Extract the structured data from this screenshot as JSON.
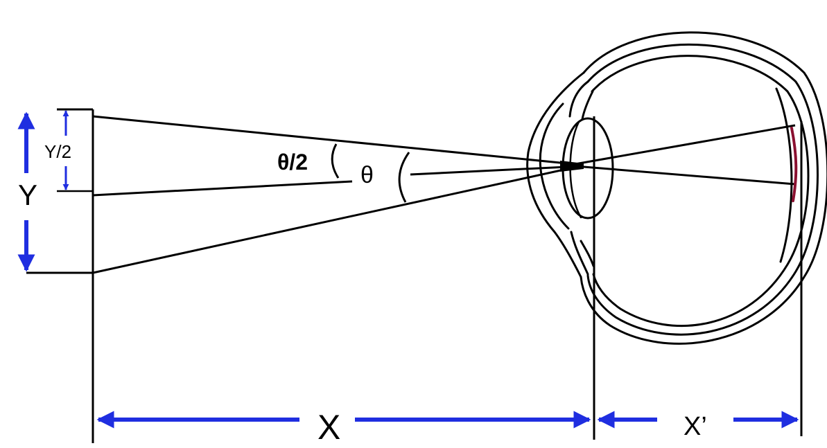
{
  "labels": {
    "object_height": "Y",
    "half_height": "Y/2",
    "angle": "θ",
    "half_angle": "θ/2",
    "object_distance": "X",
    "image_distance": "X’"
  },
  "colors": {
    "line": "#000000",
    "arrow": "#1f2ee0",
    "retina_accent": "#8a1030",
    "background": "#ffffff"
  }
}
